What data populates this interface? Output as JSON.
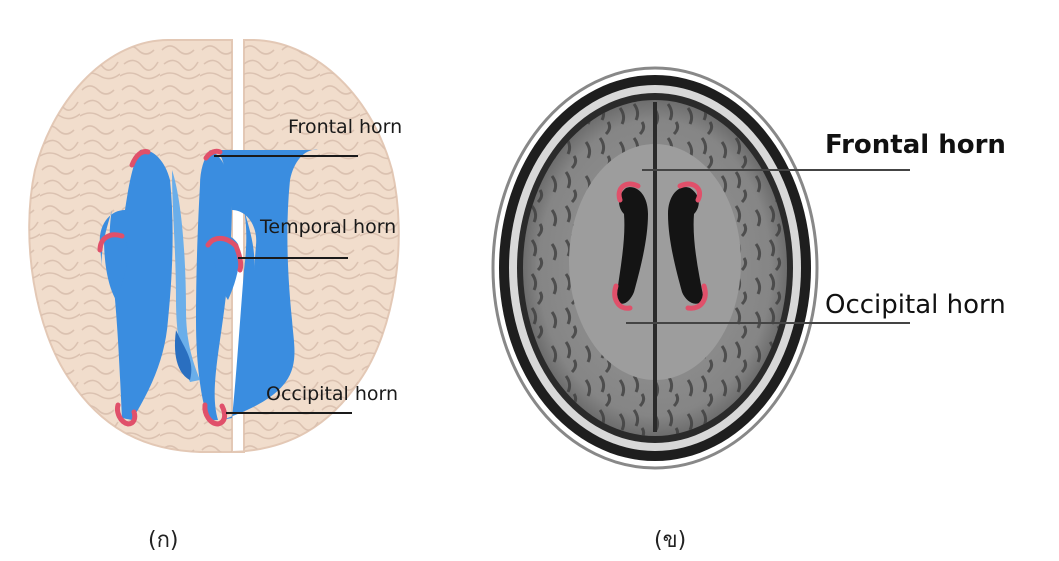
{
  "panel_a": {
    "labels": {
      "frontal": "Frontal horn",
      "temporal": "Temporal horn",
      "occipital": "Occipital horn"
    },
    "caption": "(ก)"
  },
  "panel_b": {
    "labels": {
      "frontal": "Frontal    horn",
      "occipital": "Occipital horn"
    },
    "caption": "(ข)"
  },
  "colors": {
    "ventricle_blue": "#3a8de0",
    "ventricle_outline": "#e0506a",
    "brain_tissue": "#f0dccb",
    "mri_gray": "#8c8c8c",
    "mri_dark": "#2a2a2a"
  }
}
